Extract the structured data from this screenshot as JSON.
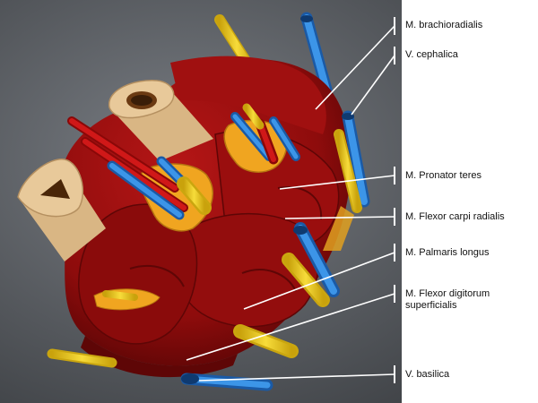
{
  "labels": [
    {
      "id": "brachioradialis",
      "lines": [
        "M. brachioradialis"
      ]
    },
    {
      "id": "cephalica",
      "lines": [
        "V. cephalica"
      ]
    },
    {
      "id": "pronator-teres",
      "lines": [
        "M. Pronator teres"
      ]
    },
    {
      "id": "flexor-carpi-radialis",
      "lines": [
        "M. Flexor carpi radialis"
      ]
    },
    {
      "id": "palmaris-longus",
      "lines": [
        "M. Palmaris longus"
      ]
    },
    {
      "id": "flexor-digitorum-superficialis",
      "lines": [
        "M. Flexor digitorum",
        "superficialis"
      ]
    },
    {
      "id": "basilica",
      "lines": [
        "V. basilica"
      ]
    }
  ],
  "colors": {
    "muscle": "#8e0c0c",
    "muscle_dark": "#5e0606",
    "muscle_light": "#b31414",
    "bone": "#e8c99a",
    "tendon": "#f0a520",
    "vein": "#2a7fd0",
    "artery": "#c81414",
    "nerve": "#f2d020",
    "background": "#5b5f65",
    "panel": "#ffffff"
  }
}
